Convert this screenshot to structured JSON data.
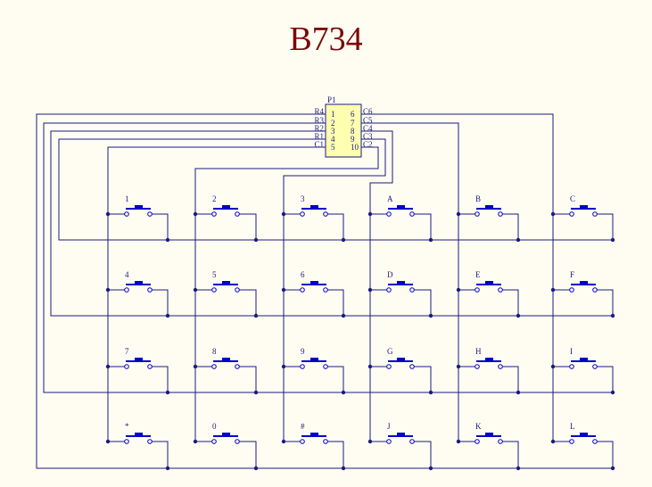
{
  "title": "B734",
  "connector": {
    "designator": "P1",
    "pins_left": [
      "1",
      "2",
      "3",
      "4",
      "5"
    ],
    "pins_right": [
      "6",
      "7",
      "8",
      "9",
      "10"
    ],
    "nets_left": [
      "R4",
      "R3",
      "R2",
      "R1",
      "C1"
    ],
    "nets_right": [
      "C6",
      "C5",
      "C4",
      "C3",
      "C2"
    ]
  },
  "keys": [
    [
      "1",
      "2",
      "3",
      "A",
      "B",
      "C"
    ],
    [
      "4",
      "5",
      "6",
      "D",
      "E",
      "F"
    ],
    [
      "7",
      "8",
      "9",
      "G",
      "H",
      "I"
    ],
    [
      "*",
      "0",
      "#",
      "J",
      "K",
      "L"
    ]
  ],
  "colors": {
    "wire": "#1a1a80",
    "switch": "#0000cc",
    "connector_fill": "#ffffb0",
    "title": "#7a0a0a",
    "background": "#fffdf2"
  }
}
